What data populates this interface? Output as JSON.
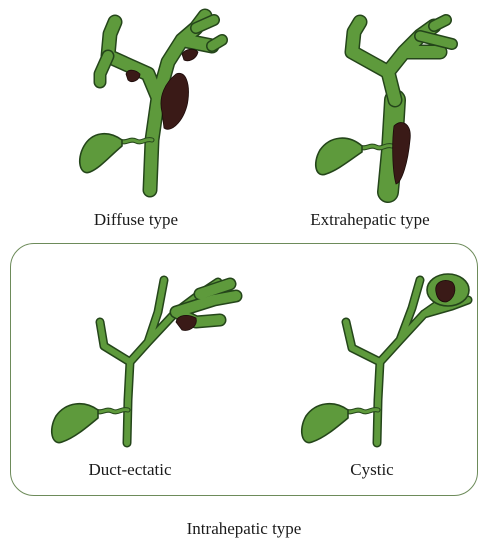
{
  "panels": {
    "diffuse": {
      "label": "Diffuse type"
    },
    "extrahepatic": {
      "label": "Extrahepatic type"
    },
    "duct_ectatic": {
      "label": "Duct-ectatic"
    },
    "cystic": {
      "label": "Cystic"
    }
  },
  "group": {
    "label": "Intrahepatic type"
  },
  "colors": {
    "duct_fill": "#5e9a3c",
    "duct_outline": "#24451a",
    "lesion": "#3a1a17",
    "group_border": "#6d8b5a"
  }
}
